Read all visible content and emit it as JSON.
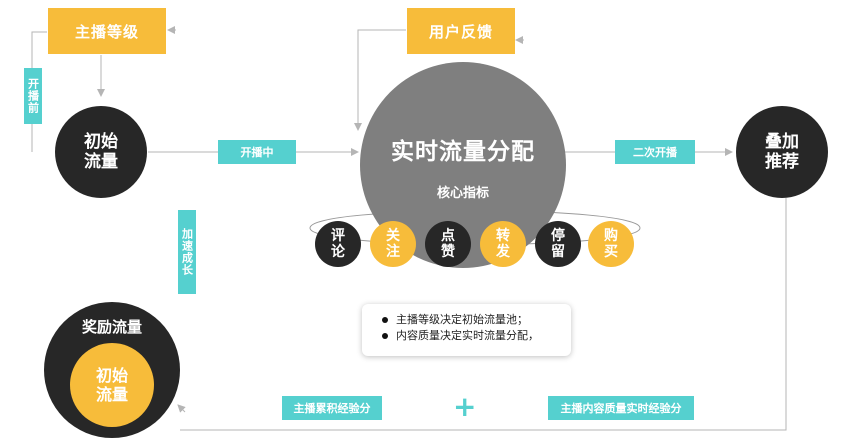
{
  "boxes": {
    "anchor_level": "主播等级",
    "user_feedback": "用户反馈",
    "anchor_experience": "主播累积经验分",
    "content_quality_experience": "主播内容质量实时经验分"
  },
  "arrow_labels": {
    "before_live": "开播前",
    "during_live": "开播中",
    "second_live": "二次开播",
    "accelerate_growth": "加速成长"
  },
  "circles": {
    "initial_traffic": "初始流量",
    "realtime_allocation": "实时流量分配",
    "core_metrics": "核心指标",
    "stacked_recommend": "叠加推荐",
    "reward_traffic": "奖励流量",
    "reward_inner": "初始流量"
  },
  "metrics": [
    {
      "label": "评论",
      "color": "#272727"
    },
    {
      "label": "关注",
      "color": "#f7bc3a"
    },
    {
      "label": "点赞",
      "color": "#272727"
    },
    {
      "label": "转发",
      "color": "#f7bc3a"
    },
    {
      "label": "停留",
      "color": "#272727"
    },
    {
      "label": "购买",
      "color": "#f7bc3a"
    }
  ],
  "notes": [
    "主播等级决定初始流量池；",
    "内容质量决定实时流量分配，"
  ],
  "plus_sign": "+",
  "colors": {
    "yellow": "#f7bc3a",
    "teal": "#55d0cf",
    "dark": "#272727",
    "gray": "#7f7f7f"
  }
}
